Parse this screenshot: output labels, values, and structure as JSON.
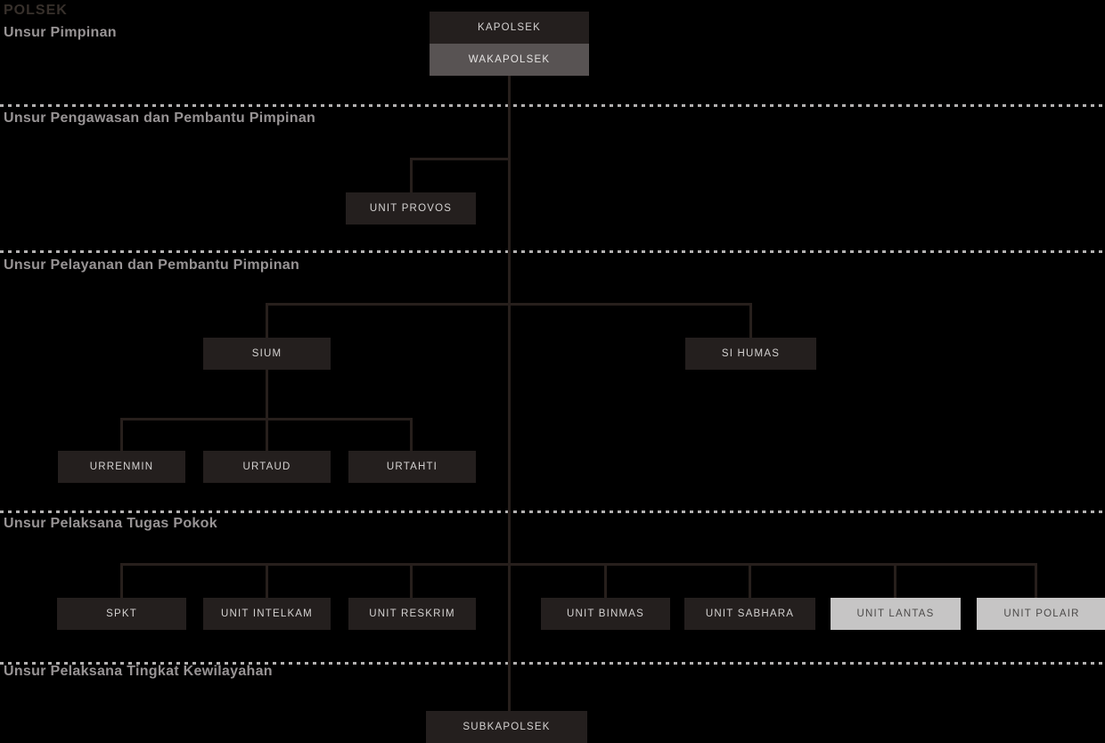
{
  "title": "POLSEK",
  "sections": [
    {
      "label": "Unsur Pimpinan"
    },
    {
      "label": "Unsur Pengawasan dan Pembantu Pimpinan"
    },
    {
      "label": "Unsur Pelayanan dan Pembantu Pimpinan"
    },
    {
      "label": "Unsur Pelaksana Tugas Pokok"
    },
    {
      "label": "Unsur Pelaksana Tingkat Kewilayahan"
    }
  ],
  "nodes": {
    "kapolsek": {
      "label": "KAPOLSEK"
    },
    "wakapolsek": {
      "label": "WAKAPOLSEK"
    },
    "unit_provos": {
      "label": "UNIT PROVOS"
    },
    "sium": {
      "label": "SIUM"
    },
    "si_humas": {
      "label": "SI HUMAS"
    },
    "urrenmin": {
      "label": "URRENMIN"
    },
    "urtaud": {
      "label": "URTAUD"
    },
    "urtahti": {
      "label": "URTAHTI"
    },
    "spkt": {
      "label": "SPKT"
    },
    "unit_intelkam": {
      "label": "UNIT INTELKAM"
    },
    "unit_reskrim": {
      "label": "UNIT RESKRIM"
    },
    "unit_binmas": {
      "label": "UNIT BINMAS"
    },
    "unit_sabhara": {
      "label": "UNIT SABHARA"
    },
    "unit_lantas": {
      "label": "UNIT LANTAS"
    },
    "unit_polair": {
      "label": "UNIT POLAIR"
    },
    "subkapolsek": {
      "label": "SUBKAPOLSEK"
    }
  },
  "edges": [
    {
      "from": "kapolsek",
      "to": [
        "wakapolsek"
      ]
    },
    {
      "from": "wakapolsek",
      "to": [
        "unit_provos",
        "sium",
        "si_humas",
        "spkt",
        "unit_intelkam",
        "unit_reskrim",
        "unit_binmas",
        "unit_sabhara",
        "unit_lantas",
        "unit_polair",
        "subkapolsek"
      ]
    },
    {
      "from": "sium",
      "to": [
        "urrenmin",
        "urtaud",
        "urtahti"
      ]
    }
  ],
  "colors": {
    "bg": "#000000",
    "title": "#37302b",
    "label": "#989495",
    "dash": "#b2b0b0",
    "line": "#271f1c",
    "boxDark": "#241f1e",
    "boxDarkText": "#d4d2d1",
    "boxGray": "#585353",
    "boxGrayText": "#e5e3e2",
    "boxLight": "#c6c5c5",
    "boxLightText": "#4c4a49"
  }
}
